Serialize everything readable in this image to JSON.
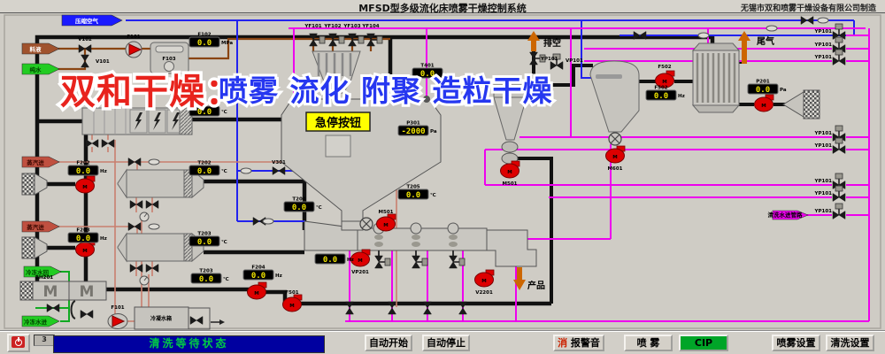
{
  "window": {
    "title": "MFSD型多级流化床喷雾干燥控制系统",
    "manufacturer": "无锡市双和喷雾干燥设备有限公司制造"
  },
  "watermark": {
    "part1": "双和干燥：",
    "part2": "喷雾 流化 附聚 造粒干燥",
    "color1": "#e8231d",
    "color2": "#2637f0"
  },
  "flow_arrows": {
    "compressed_air": {
      "label": "压缩空气",
      "color": "#1a1aff",
      "text_color": "#ffffff"
    },
    "feed_liquid": {
      "label": "料液",
      "color": "#a0522d",
      "text_color": "#ffffff"
    },
    "pure_water": {
      "label": "纯水",
      "color": "#22cc22",
      "text_color": "#004400"
    },
    "steam_in_1": {
      "label": "蒸汽进",
      "color": "#c05040",
      "text_color": "#3a0800"
    },
    "steam_in_2": {
      "label": "蒸汽进",
      "color": "#c05040",
      "text_color": "#3a0800"
    },
    "chilled_water_return": {
      "label": "冷冻水回",
      "color": "#22cc22",
      "text_color": "#004400"
    },
    "chilled_water_supply": {
      "label": "冷冻水进",
      "color": "#22cc22",
      "text_color": "#004400"
    },
    "vent": {
      "label": "排空",
      "color": "#cc6600"
    },
    "tail_gas": {
      "label": "尾气",
      "color": "#cc6600"
    },
    "product": {
      "label": "产品",
      "color": "#cc6600"
    },
    "cip_water": {
      "label": "清洗水进管路",
      "color": "#ee00ee",
      "text_color": "#000000"
    }
  },
  "displays": [
    {
      "tag": "F102",
      "value": "0.0",
      "unit": "MPa"
    },
    {
      "tag": "T201",
      "value": "0.0",
      "unit": "℃"
    },
    {
      "tag": "T401",
      "value": "0.0",
      "unit": ""
    },
    {
      "tag": "P301",
      "value": "-2000",
      "unit": "Pa"
    },
    {
      "tag": "T205",
      "value": "0.0",
      "unit": "℃"
    },
    {
      "tag": "T204",
      "value": "0.0",
      "unit": "℃"
    },
    {
      "tag": "T202",
      "value": "0.0",
      "unit": "℃"
    },
    {
      "tag": "F202",
      "value": "0.0",
      "unit": "Hz"
    },
    {
      "tag": "F203",
      "value": "0.0",
      "unit": "Hz"
    },
    {
      "tag": "T203",
      "value": "0.0",
      "unit": "℃"
    },
    {
      "tag": "T203",
      "value": "0.0",
      "unit": "℃"
    },
    {
      "tag": "F204",
      "value": "0.0",
      "unit": "Hz"
    },
    {
      "tag": "F502",
      "value": "0.0",
      "unit": "Hz"
    },
    {
      "tag": "P201",
      "value": "0.0",
      "unit": "Pa"
    },
    {
      "tag": "",
      "value": "0.0",
      "unit": "Hz"
    }
  ],
  "valves": {
    "v102": "V102",
    "v101": "V101",
    "yf101": "YF101",
    "yf102": "YF102",
    "yf103": "YF103",
    "yf104": "YF104",
    "vent_yp101": "YP101",
    "vp101": "VP101",
    "v301": "V301",
    "right_column": [
      "YP101",
      "YP101",
      "YP101",
      "YP101",
      "YP101",
      "YP101",
      "YP101",
      "YP101"
    ]
  },
  "pumps": {
    "feed_pump": "F101",
    "condensate_pump": "F101",
    "f501": "F501",
    "f502": "F502",
    "m501_chamber": "M501",
    "m501_cyclone": "M501",
    "m601": "M601",
    "vp201": "VP201",
    "v2201": "V2201"
  },
  "equipment": {
    "feed_vessel": "F103",
    "chiller": "BH201",
    "condensate_tank": "冷凝水箱",
    "emergency_button": "急停按钮"
  },
  "motor_letter": "M",
  "status_bar": {
    "counter": "3",
    "status": "清洗等待状态"
  },
  "buttons": {
    "auto_start": "自动开始",
    "auto_stop": "自动停止",
    "mute_prefix": "消",
    "mute_rest": " 报警音",
    "spray": "喷 雾",
    "cip": "CIP",
    "cip_bg": "#00a528",
    "spray_settings": "喷雾设置",
    "clean_settings": "清洗设置"
  }
}
